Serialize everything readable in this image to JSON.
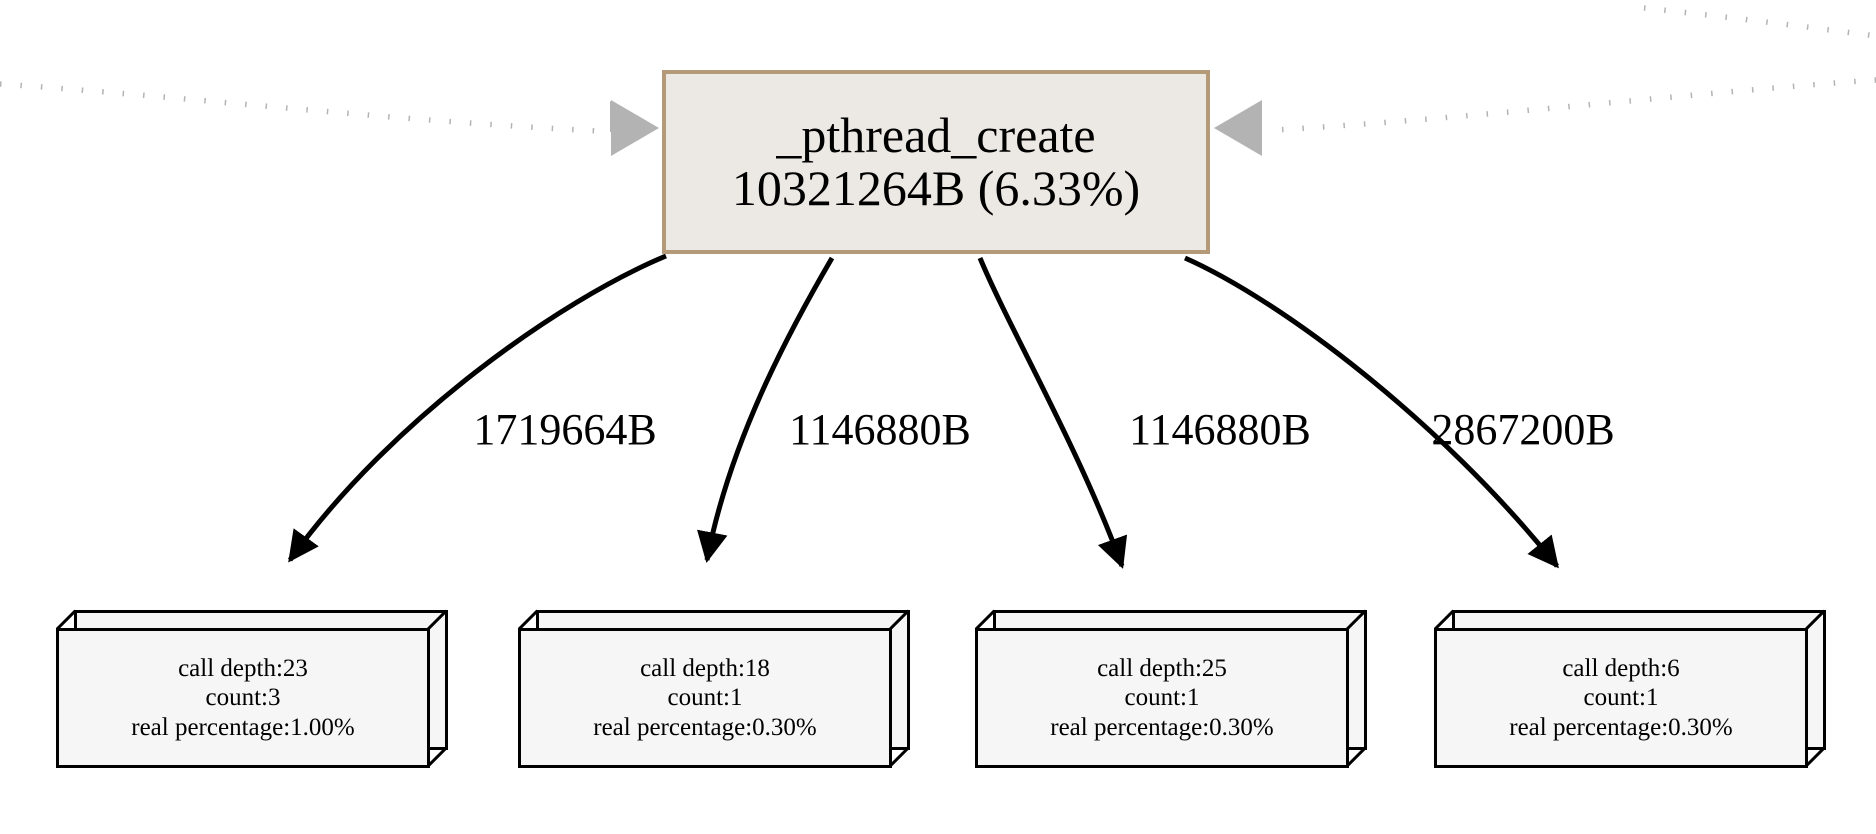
{
  "graph": {
    "type": "call-graph",
    "orientation": "top-down",
    "root": {
      "name": "_pthread_create",
      "metric": "10321264B (6.33%)",
      "bytes": 10321264,
      "percent": "6.33%",
      "fill_color": "#ece9e4",
      "border_color": "#b49a78"
    },
    "incoming_edges": [
      {
        "side": "left",
        "style": "dotted",
        "color": "#b3b3b3",
        "arrow": "filled-triangle"
      },
      {
        "side": "right",
        "style": "dotted",
        "color": "#b3b3b3",
        "arrow": "filled-triangle"
      },
      {
        "side": "top-right-corner",
        "style": "dotted",
        "color": "#b3b3b3",
        "arrow": "none"
      }
    ],
    "edges": [
      {
        "label": "1719664B",
        "bytes": 1719664,
        "from": "_pthread_create",
        "to": 0
      },
      {
        "label": "1146880B",
        "bytes": 1146880,
        "from": "_pthread_create",
        "to": 1
      },
      {
        "label": "1146880B",
        "bytes": 1146880,
        "from": "_pthread_create",
        "to": 2
      },
      {
        "label": "2867200B",
        "bytes": 2867200,
        "from": "_pthread_create",
        "to": 3
      }
    ],
    "leaves": [
      {
        "call_depth_label": "call depth:23",
        "count_label": "count:3",
        "real_percentage_label": "real percentage:1.00%",
        "call_depth": 23,
        "count": 3,
        "real_percentage": "1.00%"
      },
      {
        "call_depth_label": "call depth:18",
        "count_label": "count:1",
        "real_percentage_label": "real percentage:0.30%",
        "call_depth": 18,
        "count": 1,
        "real_percentage": "0.30%"
      },
      {
        "call_depth_label": "call depth:25",
        "count_label": "count:1",
        "real_percentage_label": "real percentage:0.30%",
        "call_depth": 25,
        "count": 1,
        "real_percentage": "0.30%"
      },
      {
        "call_depth_label": "call depth:6",
        "count_label": "count:1",
        "real_percentage_label": "real percentage:0.30%",
        "call_depth": 6,
        "count": 1,
        "real_percentage": "0.30%"
      }
    ]
  }
}
